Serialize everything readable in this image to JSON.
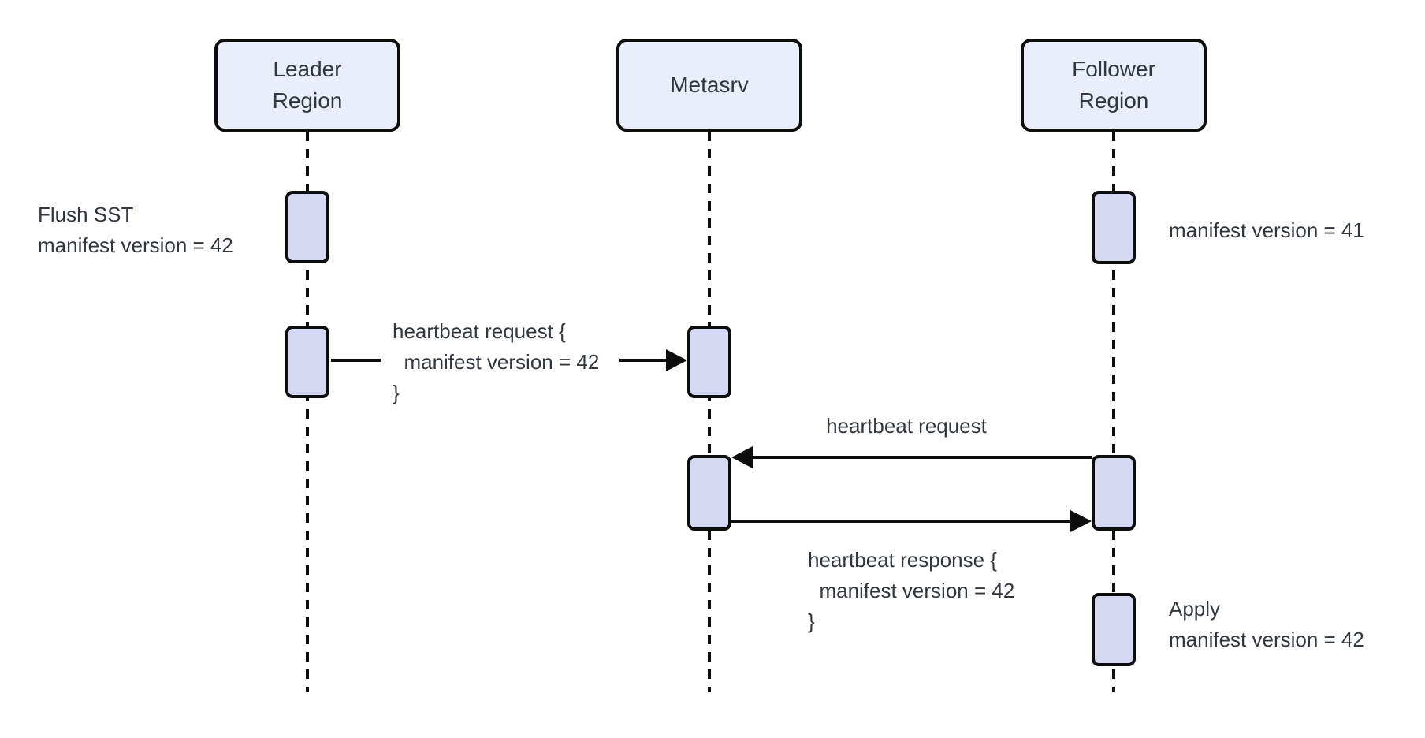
{
  "diagram": {
    "type": "sequence",
    "participants": [
      {
        "id": "leader-region",
        "label": "Leader\nRegion"
      },
      {
        "id": "metasrv",
        "label": "Metasrv"
      },
      {
        "id": "follower-region",
        "label": "Follower\nRegion"
      }
    ],
    "annotations": [
      {
        "id": "flush-sst",
        "attached_to": "leader-region",
        "text": "Flush SST\nmanifest version = 42"
      },
      {
        "id": "follower-manifest-41",
        "attached_to": "follower-region",
        "text": "manifest version = 41"
      },
      {
        "id": "apply-manifest-42",
        "attached_to": "follower-region",
        "text": "Apply\nmanifest version = 42"
      }
    ],
    "messages": [
      {
        "id": "heartbeat-request-from-leader",
        "from": "Leader Region",
        "to": "Metasrv",
        "text": "heartbeat request {\n  manifest version = 42\n}"
      },
      {
        "id": "heartbeat-request-from-follower",
        "from": "Follower Region",
        "to": "Metasrv",
        "text": "heartbeat request"
      },
      {
        "id": "heartbeat-response-to-follower",
        "from": "Metasrv",
        "to": "Follower Region",
        "text": "heartbeat response {\n  manifest version = 42\n}"
      }
    ],
    "colors": {
      "participant_fill": "#eaeefa",
      "activation_fill": "#d5d8f2",
      "line": "#0d0d0d",
      "text": "#32363d"
    }
  }
}
